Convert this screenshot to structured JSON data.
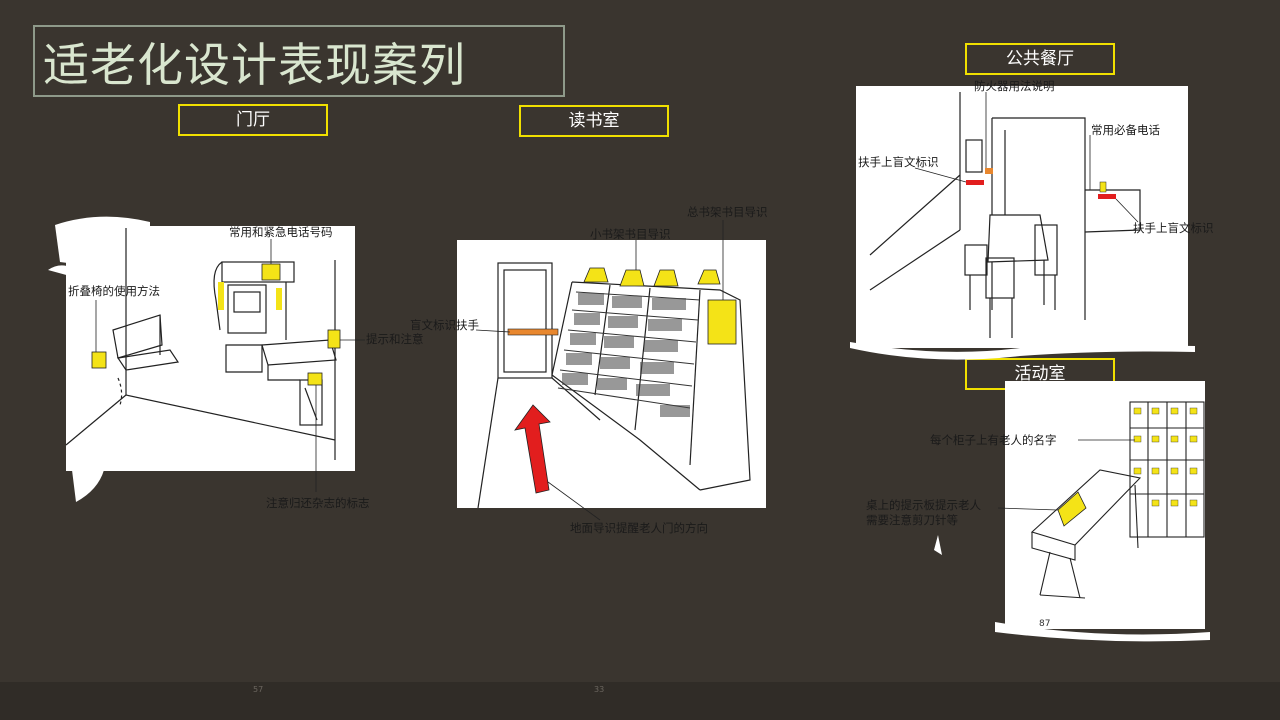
{
  "title": "适老化设计表现案列",
  "sections": {
    "lobby": "门厅",
    "reading": "读书室",
    "dining": "公共餐厅",
    "activity": "活动室"
  },
  "annotations": {
    "lobby": {
      "phone_numbers": "常用和紧急电话号码",
      "folding_chair": "折叠椅的使用方法",
      "tips": "提示和注意",
      "return_sign": "注意归还杂志的标志"
    },
    "reading": {
      "main_guide": "总书架书目导识",
      "small_guide": "小书架书目导识",
      "braille_handrail": "盲文标识扶手",
      "floor_guide": "地面导识提醒老人门的方向"
    },
    "dining": {
      "fire_instructions": "防火器用法说明",
      "common_phone": "常用必备电话",
      "braille_left": "扶手上盲文标识",
      "braille_right": "扶手上盲文标识"
    },
    "activity": {
      "cabinet_names": "每个柜子上有老人的名字",
      "table_tip_line1": "桌上的提示板提示老人",
      "table_tip_line2": "需要注意剪刀针等"
    }
  },
  "page_number": "87",
  "footer_marks": [
    "57",
    "33"
  ]
}
